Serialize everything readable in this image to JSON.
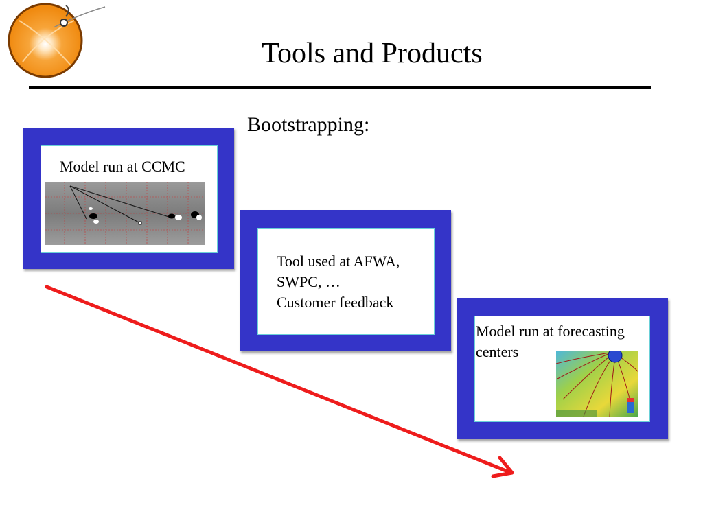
{
  "slide": {
    "title": "Tools and Products",
    "subheading": "Bootstrapping:"
  },
  "panels": [
    {
      "id": "ccmc",
      "lines": [
        "Model run at CCMC"
      ]
    },
    {
      "id": "operational",
      "lines": [
        "Tool used at AFWA,",
        "SWPC, …",
        "Customer feedback"
      ]
    },
    {
      "id": "forecasting",
      "lines": [
        "Model run at forecasting",
        "centers"
      ]
    }
  ],
  "colors": {
    "panel_blue": "#3434c8",
    "arrow_red": "#ee1c1c",
    "logo_orange": "#f29a1f"
  },
  "icons": {
    "logo": "sun-orbit-logo-icon",
    "arrow": "progress-arrow-icon"
  }
}
